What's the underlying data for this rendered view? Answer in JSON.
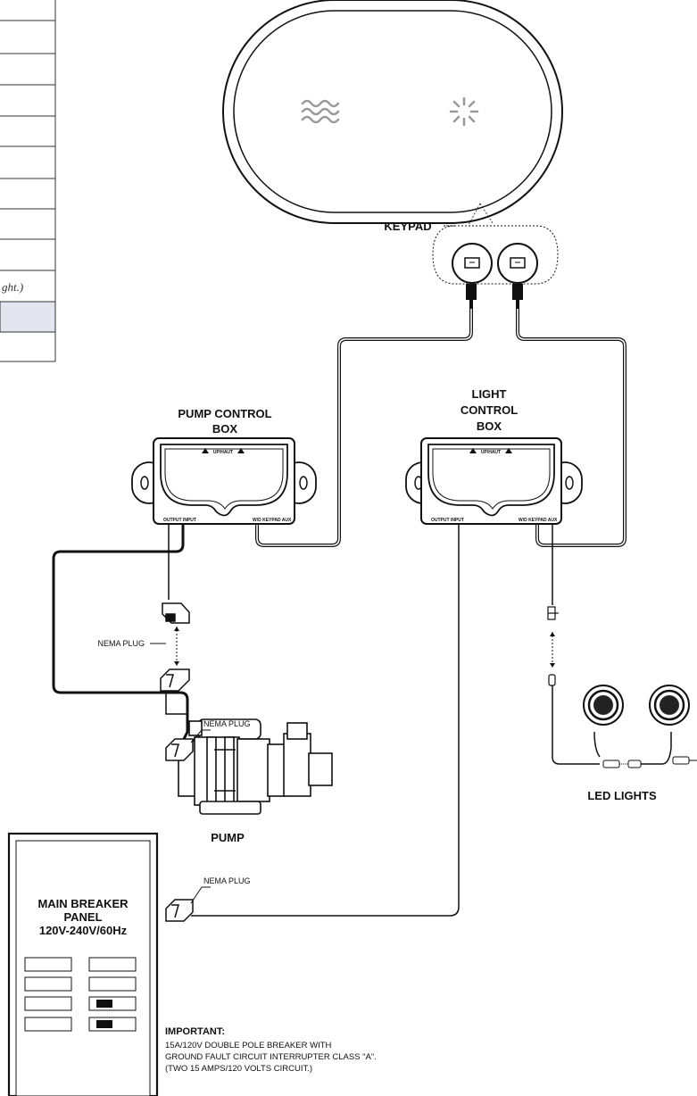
{
  "labels": {
    "keypad": "KEYPAD",
    "pump_control_box_line1": "PUMP CONTROL",
    "pump_control_box_line2": "BOX",
    "light_control_box_line1": "LIGHT",
    "light_control_box_line2": "CONTROL",
    "light_control_box_line3": "BOX",
    "up_haut": "UP/HAUT",
    "output_input": "OUTPUT INPUT",
    "wd_keypad_aux": "W/D KEYPAD AUX",
    "nema_plug_pump": "NEMA PLUG",
    "nema_plug_panel_1": "NEMA PLUG",
    "nema_plug_panel_2": "NEMA PLUG",
    "pump": "PUMP",
    "led_lights": "LED LIGHTS",
    "panel_line1": "MAIN BREAKER",
    "panel_line2": "PANEL",
    "panel_line3": "120V-240V/60Hz"
  },
  "partial_table": {
    "fragment_text": "ght.)"
  },
  "important": {
    "heading": "IMPORTANT:",
    "line1": "15A/120V DOUBLE POLE BREAKER WITH",
    "line2": "GROUND FAULT CIRCUIT INTERRUPTER CLASS \"A\".",
    "line3": "(TWO 15 AMPS/120 VOLTS CIRCUIT.)"
  },
  "icons": {
    "keypad_button_left": "waves-icon",
    "keypad_button_right": "sun-icon"
  }
}
